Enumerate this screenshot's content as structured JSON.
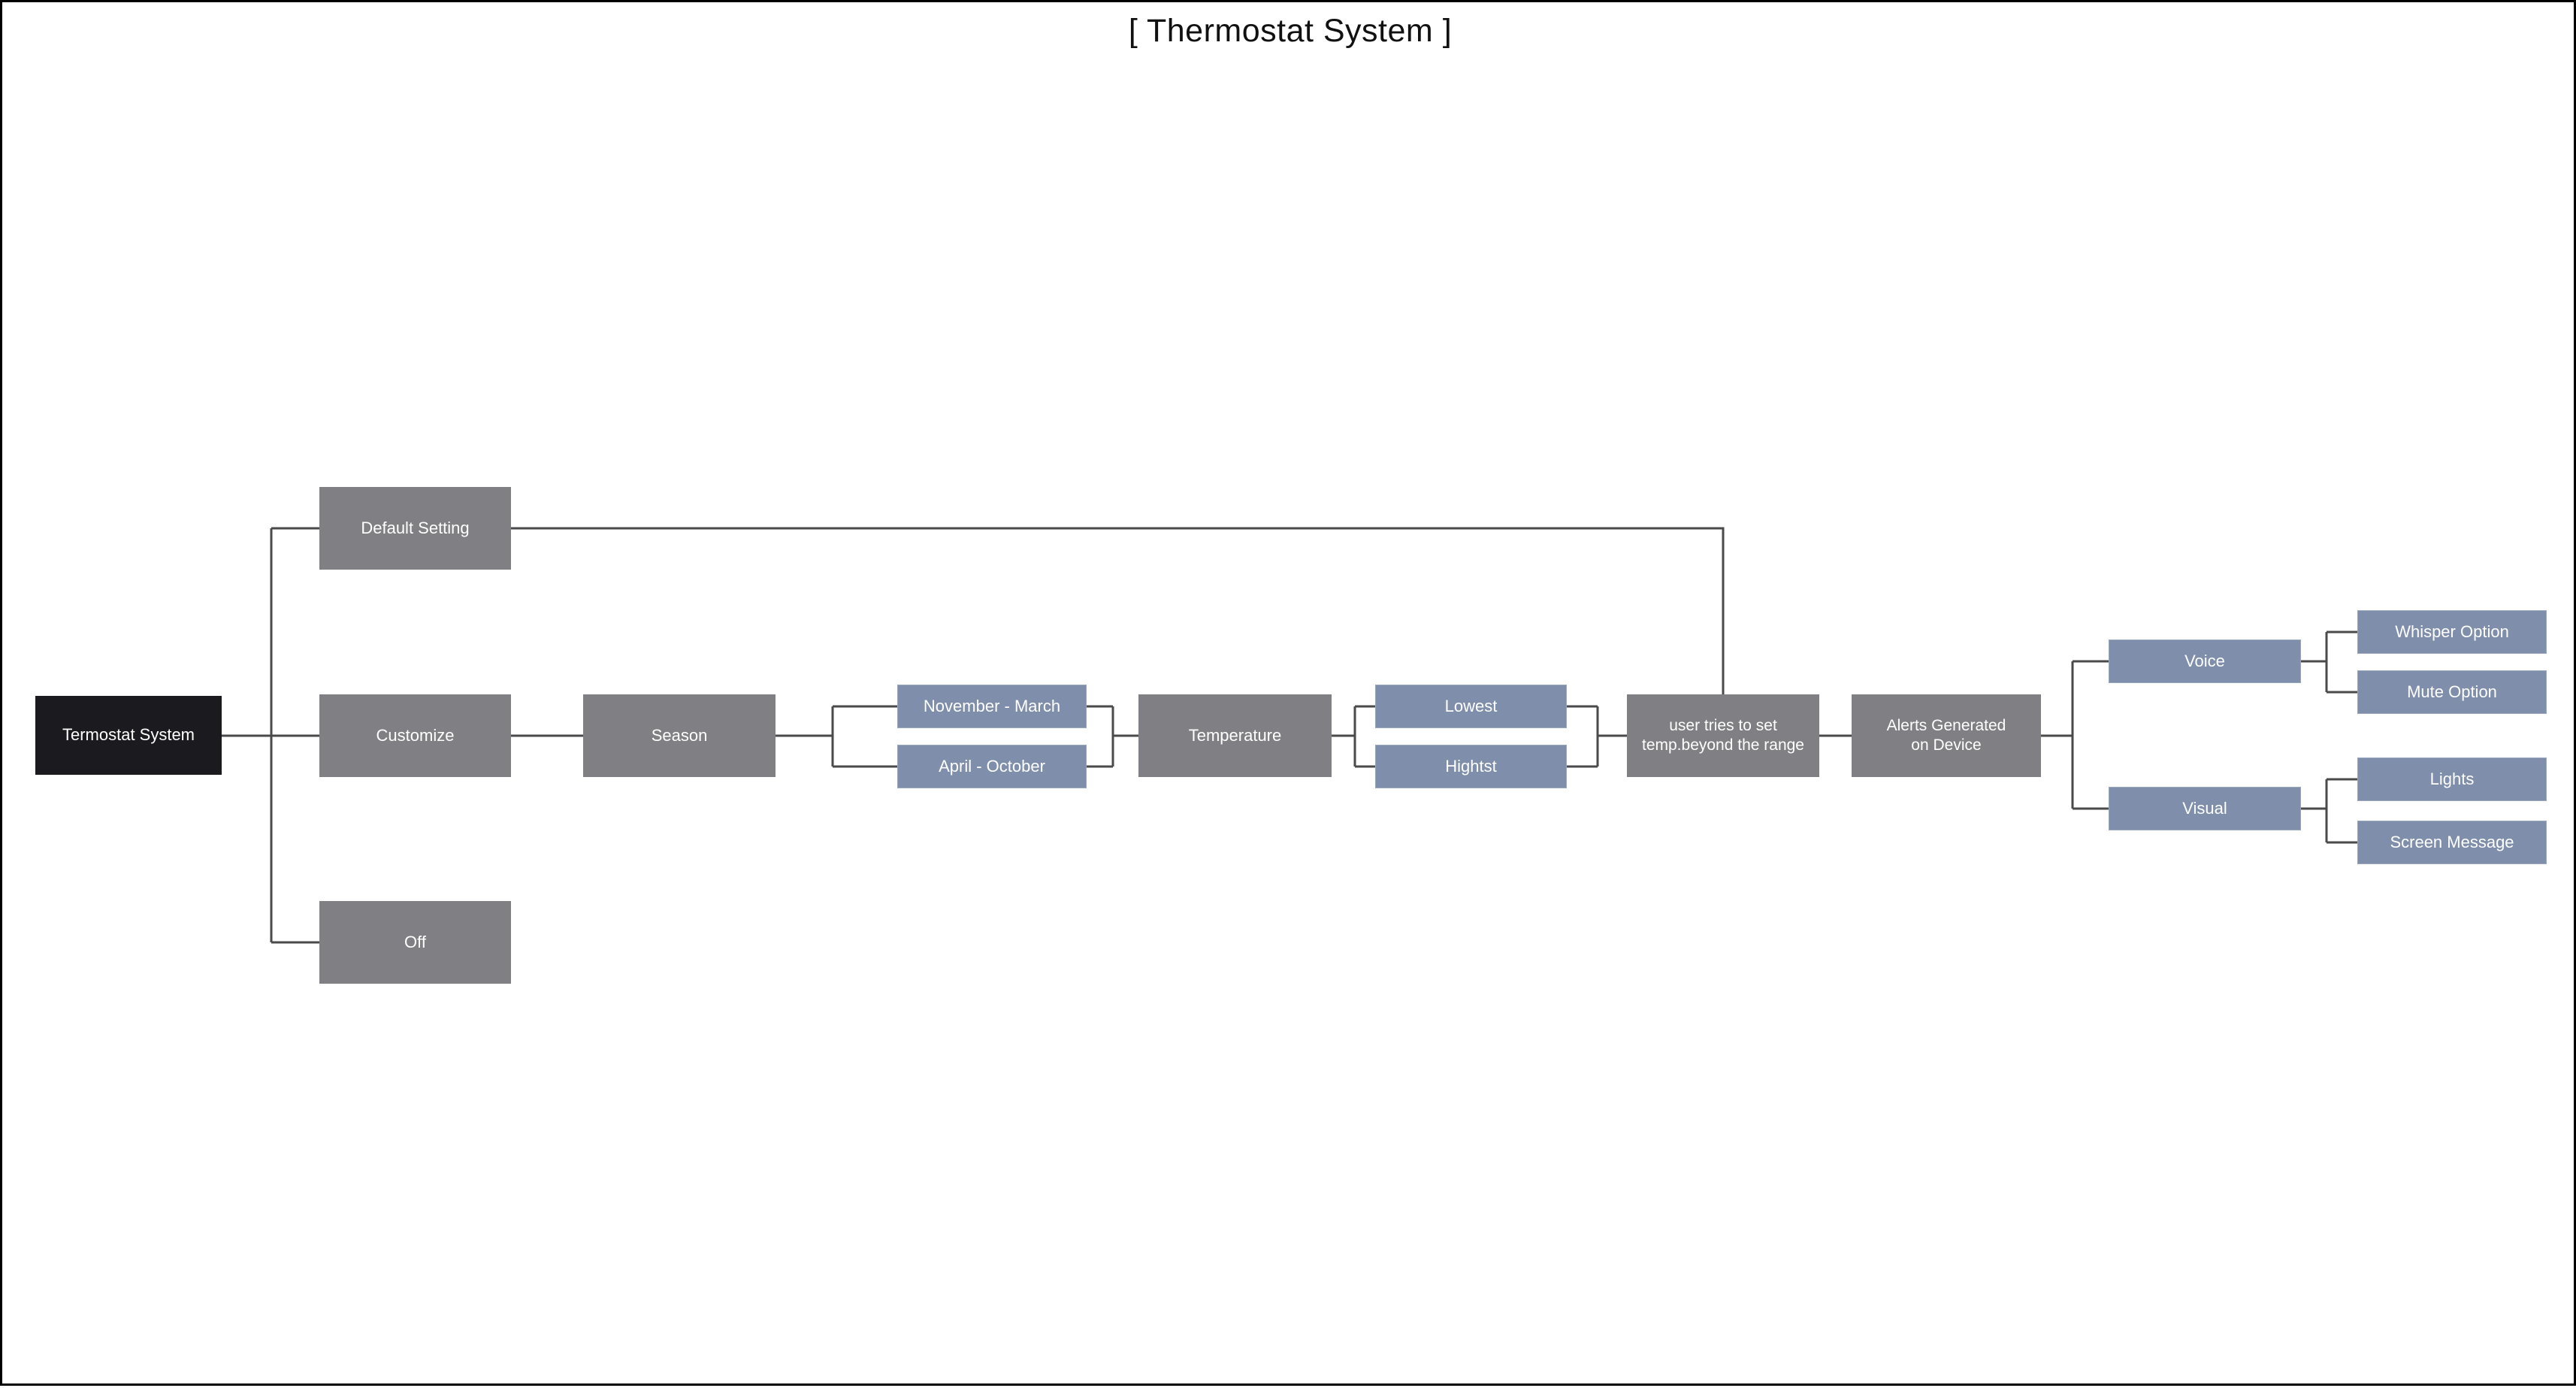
{
  "title": "[ Thermostat System ]",
  "colors": {
    "root_bg": "#1b1b1f",
    "gray_bg": "#808084",
    "blue_bg": "#7e8eab",
    "edge": "#4a4a4a",
    "text": "#ffffff",
    "background": "#ffffff",
    "border": "#000000"
  },
  "nodes": {
    "root": {
      "label": "Termostat System"
    },
    "default_setting": {
      "label": "Default Setting"
    },
    "customize": {
      "label": "Customize"
    },
    "off": {
      "label": "Off"
    },
    "season": {
      "label": "Season"
    },
    "november_march": {
      "label": "November - March"
    },
    "april_october": {
      "label": "April - October"
    },
    "temperature": {
      "label": "Temperature"
    },
    "lowest": {
      "label": "Lowest"
    },
    "highest": {
      "label": "Hightst"
    },
    "beyond_range": {
      "label": "user tries to set\ntemp.beyond the range"
    },
    "alerts": {
      "label": "Alerts Generated\non Device"
    },
    "voice": {
      "label": "Voice"
    },
    "visual": {
      "label": "Visual"
    },
    "whisper_option": {
      "label": "Whisper Option"
    },
    "mute_option": {
      "label": "Mute Option"
    },
    "lights": {
      "label": "Lights"
    },
    "screen_message": {
      "label": "Screen Message"
    }
  }
}
